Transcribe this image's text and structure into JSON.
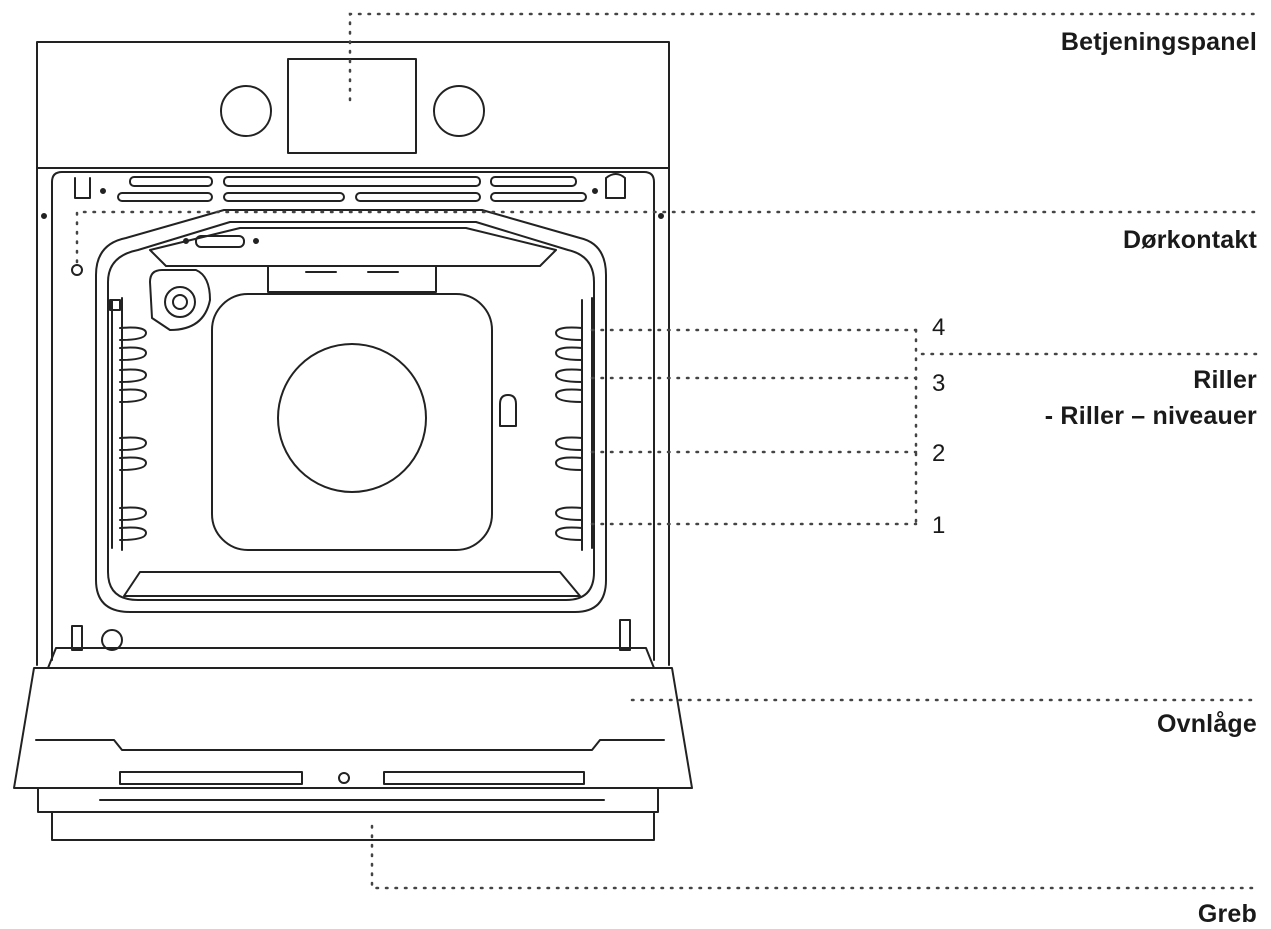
{
  "labels": {
    "control_panel": "Betjeningspanel",
    "door_contact": "Dørkontakt",
    "shelves": "Riller",
    "shelves_levels": "- Riller – niveauer",
    "oven_door": "Ovnlåge",
    "handle": "Greb"
  },
  "shelf_levels": [
    "4",
    "3",
    "2",
    "1"
  ],
  "colors": {
    "line": "#222222",
    "leader": "#444444",
    "text": "#1a1a1a"
  }
}
